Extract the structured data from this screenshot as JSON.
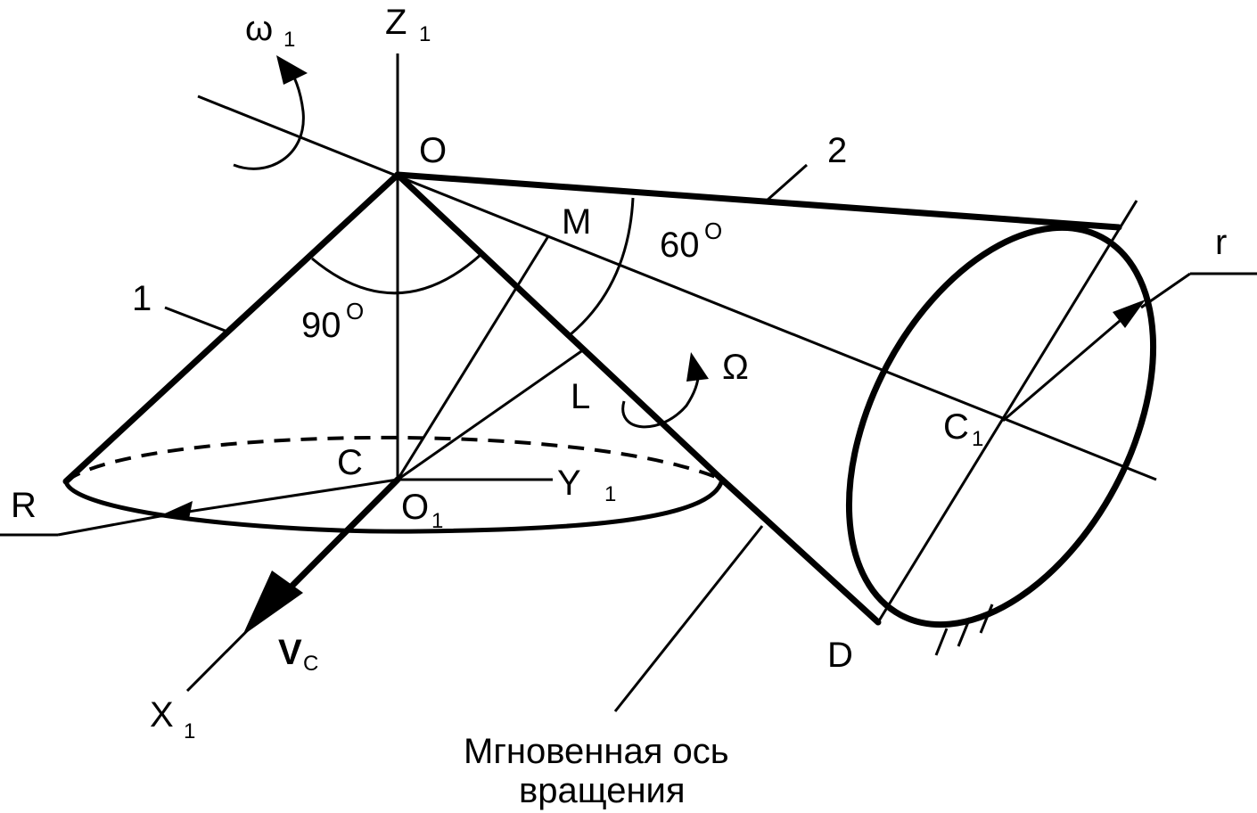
{
  "labels": {
    "z_axis": "Z",
    "z_sub": "1",
    "omega": "ω",
    "omega_sub": "1",
    "point_O": "O",
    "cone2": "2",
    "point_M": "M",
    "angle60": "60",
    "angle60_sup": "O",
    "cone1": "1",
    "angle90": "90",
    "angle90_sup": "O",
    "big_omega": "Ω",
    "point_L": "L",
    "point_C": "C",
    "y_axis": "Y",
    "y_sub": "1",
    "point_R": "R",
    "point_O1": "O",
    "o1_sub": "1",
    "point_C1": "C",
    "c1_sub": "1",
    "radius_r": "r",
    "velocity": "V",
    "velocity_sub": "C",
    "point_D": "D",
    "x_axis": "X",
    "x_sub": "1",
    "caption_line1": "Мгновенная ось",
    "caption_line2": "вращения"
  },
  "colors": {
    "stroke": "#000000",
    "background": "#ffffff"
  }
}
